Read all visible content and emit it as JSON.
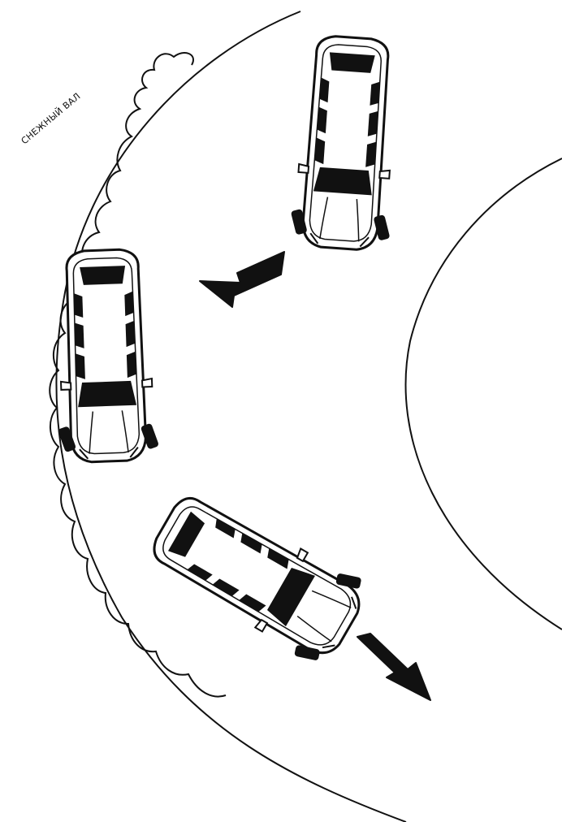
{
  "diagram": {
    "snowbank_label": "СНЕЖНЫЙ ВАЛ",
    "colors": {
      "ink": "#111111",
      "paper": "#ffffff"
    },
    "elements": [
      {
        "name": "snowbank",
        "kind": "wavy outline along outer road edge"
      },
      {
        "name": "road-outer-edge",
        "kind": "curve"
      },
      {
        "name": "road-inner-edge",
        "kind": "curve"
      },
      {
        "name": "car-top",
        "kind": "car, top view"
      },
      {
        "name": "car-middle",
        "kind": "car, top view"
      },
      {
        "name": "car-bottom",
        "kind": "car, top view, rotated"
      },
      {
        "name": "arrow-slide-outward",
        "kind": "arrow"
      },
      {
        "name": "arrow-exit",
        "kind": "arrow"
      }
    ]
  }
}
